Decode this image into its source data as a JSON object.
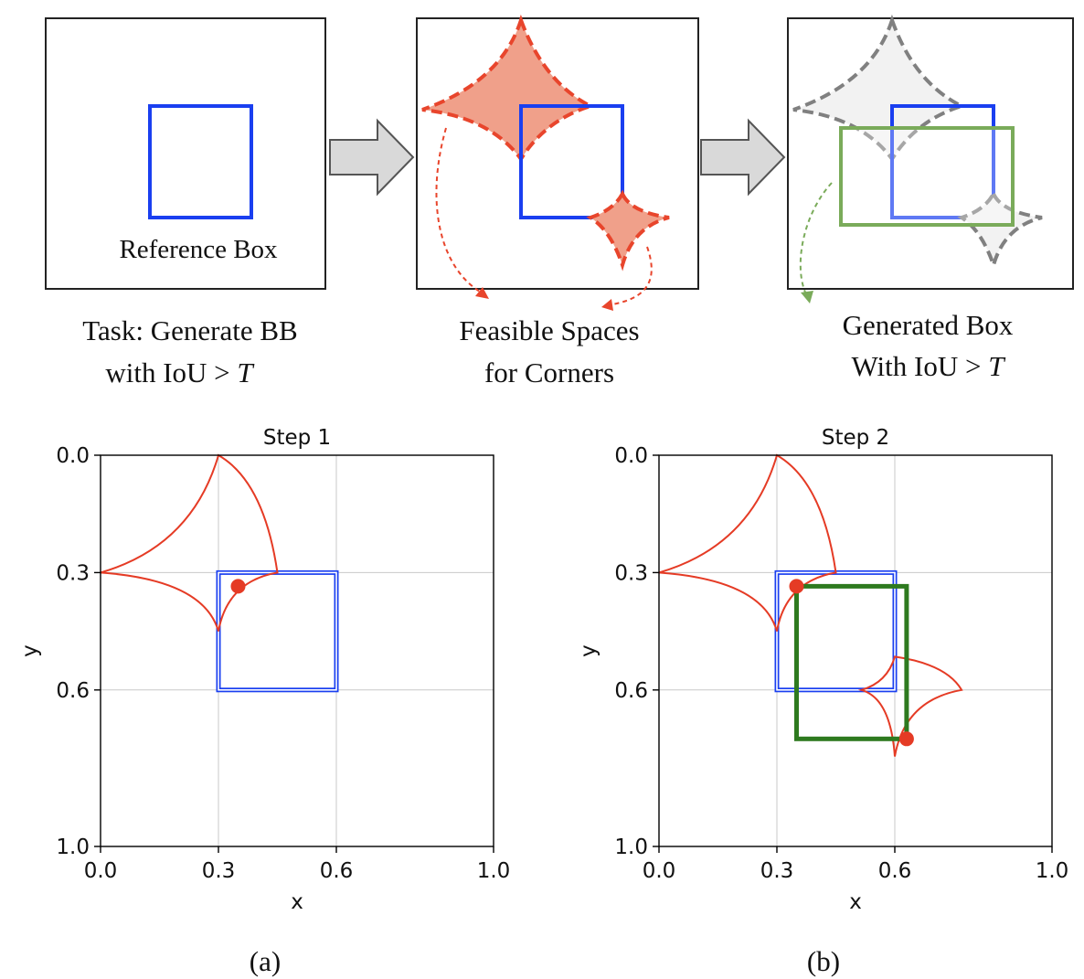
{
  "top_row": {
    "panel1": {
      "label": "Reference Box",
      "caption_line1": "Task: Generate BB",
      "caption_line2_prefix": "with IoU > ",
      "caption_line2_var": "T"
    },
    "panel2": {
      "caption_line1": "Feasible Spaces",
      "caption_line2": "for Corners"
    },
    "panel3": {
      "caption_line1": "Generated Box",
      "caption_line2_prefix": "With IoU > ",
      "caption_line2_var": "T"
    }
  },
  "colors": {
    "reference_box": "#1a3ff0",
    "feasible_fill": "#f0a08a",
    "feasible_stroke": "#e8452c",
    "generated_box": "#7aab5a",
    "plot_region": "#e53b25",
    "plot_generated": "#2e7a1f",
    "arrow_fill": "#d9d9d9",
    "ghost_stroke": "#808080",
    "ghost_fill": "#f2f2f2"
  },
  "plots": [
    {
      "title": "Step 1",
      "xlabel": "x",
      "ylabel": "y",
      "x_ticks": [
        "0.0",
        "0.3",
        "0.6",
        "1.0"
      ],
      "y_ticks": [
        "0.0",
        "0.3",
        "0.6",
        "1.0"
      ],
      "panel_label": "(a)"
    },
    {
      "title": "Step 2",
      "xlabel": "x",
      "ylabel": "y",
      "x_ticks": [
        "0.0",
        "0.3",
        "0.6",
        "1.0"
      ],
      "y_ticks": [
        "0.0",
        "0.3",
        "0.6",
        "1.0"
      ],
      "panel_label": "(b)"
    }
  ],
  "chart_data": [
    {
      "type": "diagram",
      "title": "Step 1",
      "xlabel": "x",
      "ylabel": "y",
      "xlim": [
        0,
        1
      ],
      "ylim": [
        1,
        0
      ],
      "grid": true,
      "reference_box": {
        "x1": 0.3,
        "y1": 0.3,
        "x2": 0.6,
        "y2": 0.6
      },
      "feasible_region_top_left": {
        "top": [
          0.3,
          0.0
        ],
        "left": [
          0.0,
          0.3
        ],
        "right": [
          0.45,
          0.3
        ],
        "bottom": [
          0.3,
          0.45
        ]
      },
      "sampled_points": [
        {
          "x": 0.35,
          "y": 0.335
        }
      ]
    },
    {
      "type": "diagram",
      "title": "Step 2",
      "xlabel": "x",
      "ylabel": "y",
      "xlim": [
        0,
        1
      ],
      "ylim": [
        1,
        0
      ],
      "grid": true,
      "reference_box": {
        "x1": 0.3,
        "y1": 0.3,
        "x2": 0.6,
        "y2": 0.6
      },
      "feasible_region_top_left": {
        "top": [
          0.3,
          0.0
        ],
        "left": [
          0.0,
          0.3
        ],
        "right": [
          0.45,
          0.3
        ],
        "bottom": [
          0.3,
          0.45
        ]
      },
      "feasible_region_bottom_right": {
        "top": [
          0.6,
          0.515
        ],
        "left": [
          0.515,
          0.6
        ],
        "right": [
          0.77,
          0.6
        ],
        "bottom": [
          0.6,
          0.77
        ]
      },
      "sampled_points": [
        {
          "x": 0.35,
          "y": 0.335
        },
        {
          "x": 0.63,
          "y": 0.725
        }
      ],
      "generated_box": {
        "x1": 0.35,
        "y1": 0.335,
        "x2": 0.63,
        "y2": 0.725
      }
    }
  ]
}
